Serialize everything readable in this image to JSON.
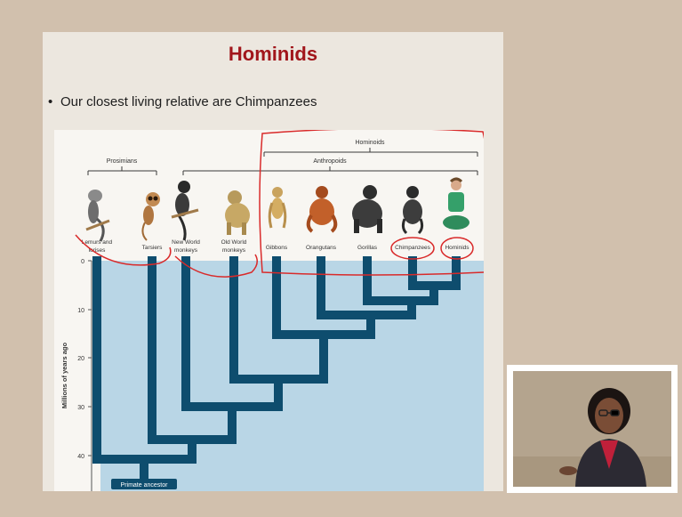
{
  "slide": {
    "title": "Hominids",
    "bullet_symbol": "•",
    "bullet_text": "Our closest living relative are Chimpanzees"
  },
  "diagram": {
    "groups": {
      "hominoids": "Hominoids",
      "anthropoids": "Anthropoids",
      "prosimians": "Prosimians"
    },
    "taxa": [
      {
        "label_line1": "Lemurs and",
        "label_line2": "lorises",
        "icon": "lemur-icon"
      },
      {
        "label_line1": "Tarsiers",
        "label_line2": "",
        "icon": "tarsier-icon"
      },
      {
        "label_line1": "New World",
        "label_line2": "monkeys",
        "icon": "new-world-monkey-icon"
      },
      {
        "label_line1": "Old World",
        "label_line2": "monkeys",
        "icon": "old-world-monkey-icon"
      },
      {
        "label_line1": "Gibbons",
        "label_line2": "",
        "icon": "gibbon-icon"
      },
      {
        "label_line1": "Orangutans",
        "label_line2": "",
        "icon": "orangutan-icon"
      },
      {
        "label_line1": "Gorillas",
        "label_line2": "",
        "icon": "gorilla-icon"
      },
      {
        "label_line1": "Chimpanzees",
        "label_line2": "",
        "icon": "chimpanzee-icon"
      },
      {
        "label_line1": "Hominids",
        "label_line2": "",
        "icon": "hominid-icon"
      }
    ],
    "axis_label": "Millions of years ago",
    "axis_ticks": [
      "0",
      "10",
      "20",
      "30",
      "40"
    ],
    "root_label": "Primate ancestor",
    "colors": {
      "tree": "#0e4d6e",
      "background": "#b9d6e6",
      "annotation": "#d92a2a"
    }
  },
  "video": {
    "presenter": "presenter-video"
  }
}
